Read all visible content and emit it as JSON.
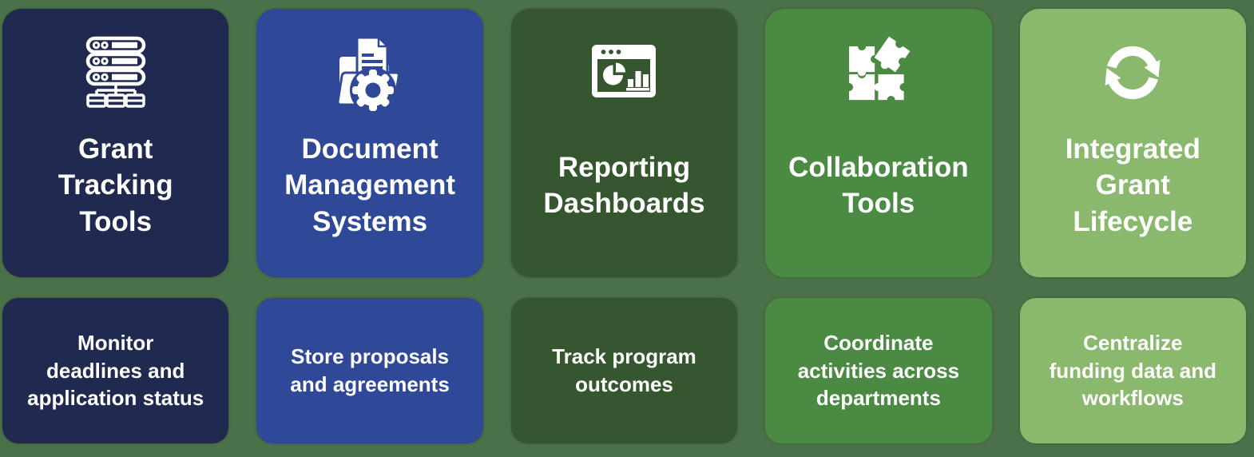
{
  "page": {
    "background": "#4b7148",
    "text_color": "#ffffff"
  },
  "cards": [
    {
      "id": "grant-tracking-tools",
      "color": "#20294f",
      "icon": "server-network-icon",
      "title": "Grant\nTracking\nTools",
      "description": "Monitor\ndeadlines and\napplication status"
    },
    {
      "id": "document-management-systems",
      "color": "#2f4998",
      "icon": "folder-document-gear-icon",
      "title": "Document\nManagement\nSystems",
      "description": "Store proposals\nand agreements"
    },
    {
      "id": "reporting-dashboards",
      "color": "#35562e",
      "icon": "dashboard-charts-icon",
      "title": "Reporting\nDashboards",
      "description": "Track program\noutcomes"
    },
    {
      "id": "collaboration-tools",
      "color": "#4a8a43",
      "icon": "puzzle-pieces-icon",
      "title": "Collaboration\nTools",
      "description": "Coordinate\nactivities across\ndepartments"
    },
    {
      "id": "integrated-grant-lifecycle",
      "color": "#8ab96e",
      "icon": "cycle-arrows-icon",
      "title": "Integrated\nGrant\nLifecycle",
      "description": "Centralize\nfunding data and\nworkflows"
    }
  ]
}
